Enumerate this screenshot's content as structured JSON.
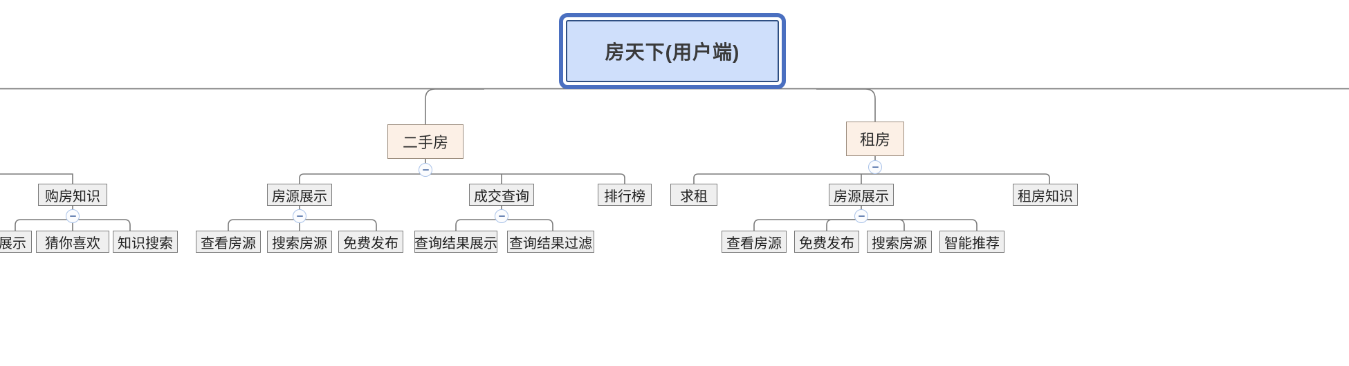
{
  "diagram": {
    "type": "mindmap-tree",
    "title": "房天下(用户端)",
    "orientation": "top-down",
    "colors": {
      "root_fill": "#cfdffb",
      "root_border": "#2f4f82",
      "root_selection": "#4a6fc0",
      "level1_fill": "#fcf0e6",
      "level1_border": "#9c8c7d",
      "node_fill": "#efefef",
      "node_border": "#7a7a7a",
      "connector": "#7a7a7a",
      "toggle_border": "#a9c2e8",
      "toggle_fill": "#fbfcfe"
    }
  },
  "root": {
    "label": "房天下(用户端)",
    "selected": true
  },
  "branches": [
    {
      "id": "ershoufang",
      "label": "二手房",
      "toggle": "collapse-minus",
      "children": [
        {
          "id": "ershoufang-fangyuanzhanshi",
          "label": "房源展示",
          "toggle": "collapse-minus",
          "children": [
            {
              "label": "查看房源"
            },
            {
              "label": "搜索房源"
            },
            {
              "label": "免费发布"
            }
          ]
        },
        {
          "id": "ershoufang-chengjiaochaxun",
          "label": "成交查询",
          "toggle": "collapse-minus",
          "children": [
            {
              "label": "查询结果展示"
            },
            {
              "label": "查询结果过滤"
            }
          ]
        },
        {
          "id": "ershoufang-paihangbang",
          "label": "排行榜",
          "children": []
        }
      ]
    },
    {
      "id": "zufang",
      "label": "租房",
      "toggle": "collapse-minus",
      "children": [
        {
          "id": "zufang-qiuzu",
          "label": "求租",
          "children": []
        },
        {
          "id": "zufang-fangyuanzhanshi",
          "label": "房源展示",
          "toggle": "collapse-minus",
          "children": [
            {
              "label": "查看房源"
            },
            {
              "label": "免费发布"
            },
            {
              "label": "搜索房源"
            },
            {
              "label": "智能推荐"
            }
          ]
        },
        {
          "id": "zufang-zufangzhishi",
          "label": "租房知识",
          "children": []
        }
      ]
    }
  ],
  "offscreen_left": {
    "note": "partially visible nodes clipped by the left viewport edge",
    "level2": {
      "label": "购房知识",
      "toggle": "collapse-minus"
    },
    "level3": [
      {
        "label": "展示"
      },
      {
        "label": "猜你喜欢"
      },
      {
        "label": "知识搜索"
      }
    ]
  }
}
